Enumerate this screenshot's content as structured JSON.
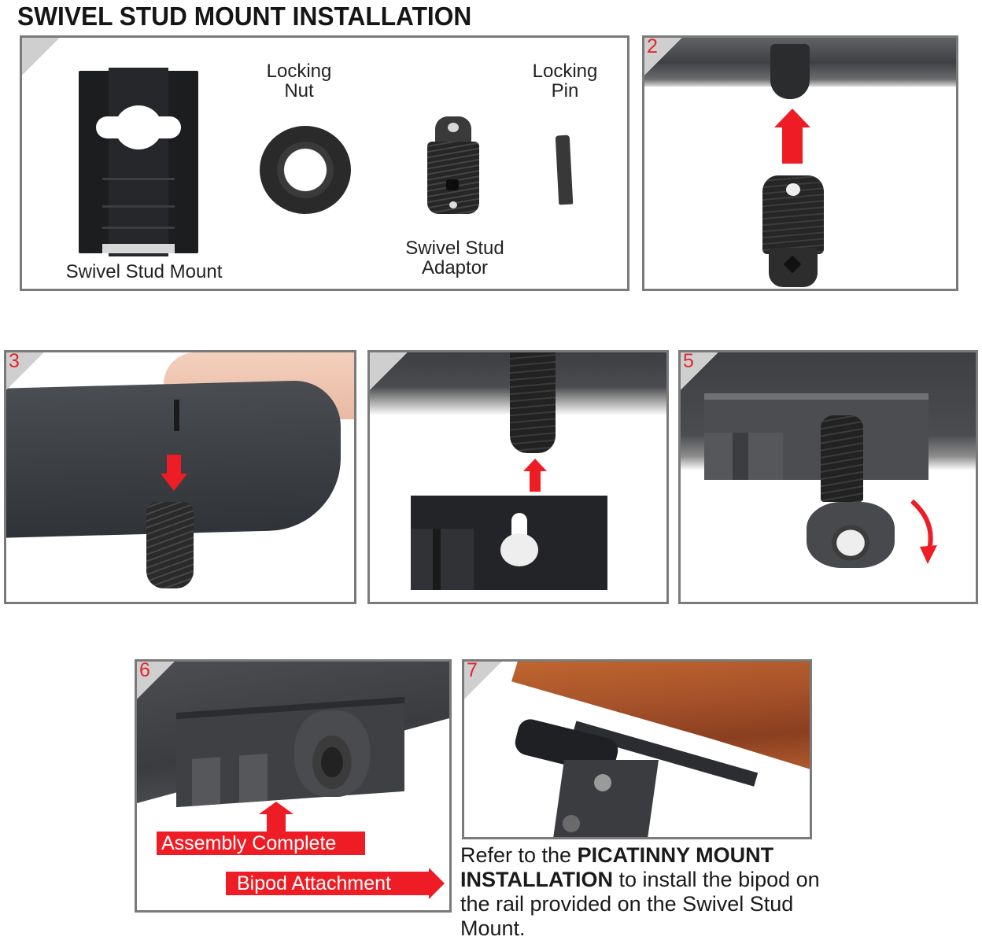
{
  "document": {
    "title": "SWIVEL STUD MOUNT INSTALLATION"
  },
  "panels": [
    {
      "step": "",
      "parts": [
        {
          "label": "Swivel Stud Mount"
        },
        {
          "label_line1": "Locking",
          "label_line2": "Nut"
        },
        {
          "label_line1": "Swivel Stud",
          "label_line2": "Adaptor"
        },
        {
          "label_line1": "Locking",
          "label_line2": "Pin"
        }
      ]
    },
    {
      "step": "2"
    },
    {
      "step": "3"
    },
    {
      "step": ""
    },
    {
      "step": "5"
    },
    {
      "step": "6",
      "banners": {
        "assembly_complete": "Assembly Complete",
        "bipod_attachment": "Bipod Attachment"
      }
    },
    {
      "step": "7"
    }
  ],
  "reference_note": {
    "part1": "Refer to the ",
    "bold1": "PICATINNY MOUNT INSTALLATION",
    "part2": " to install the bipod on the rail provided on the Swivel Stud Mount."
  },
  "colors": {
    "accent_red": "#ee1c24",
    "step_number_red": "#e3262a",
    "panel_border": "#7a7a7a",
    "corner_gray": "#cfcfcf",
    "wood": "#a8552a"
  }
}
